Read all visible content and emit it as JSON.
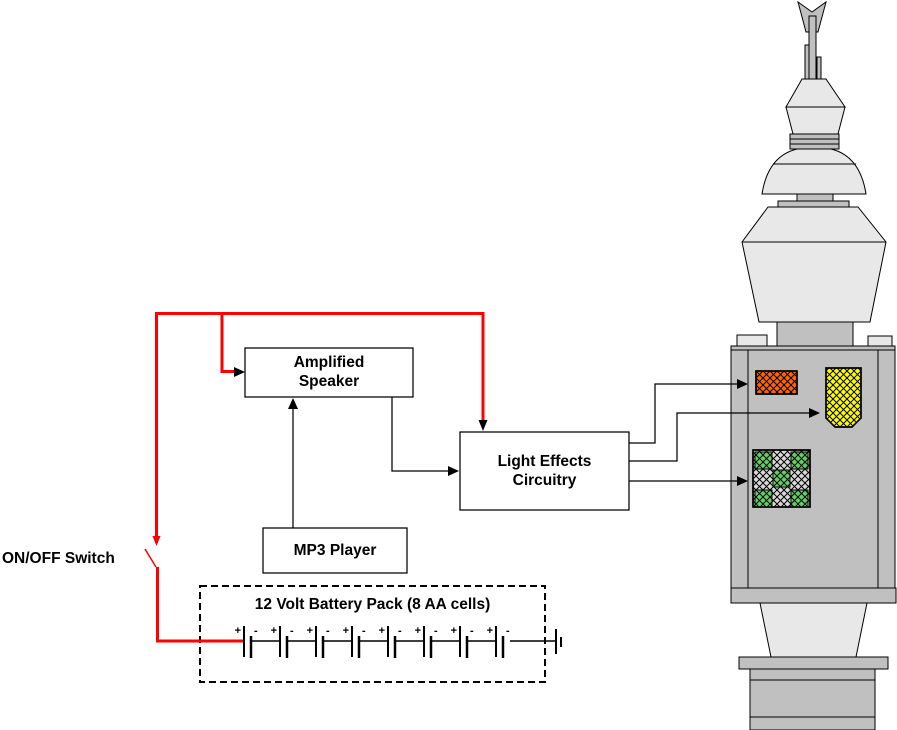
{
  "diagram": {
    "switch": {
      "label": "ON/OFF Switch"
    },
    "speaker": {
      "line1": "Amplified",
      "line2": "Speaker"
    },
    "mp3": {
      "label": "MP3 Player"
    },
    "light_fx": {
      "line1": "Light Effects",
      "line2": "Circuitry"
    },
    "battery": {
      "title": "12 Volt Battery Pack (8 AA cells)",
      "cell_count": 8,
      "plus_label": "+",
      "minus_label": "-"
    },
    "colors": {
      "power_wire": "#ff0000",
      "signal_wire": "#000000",
      "panel_orange": "#ff6600",
      "panel_yellow": "#ffff00",
      "panel_green": "#5fd35f",
      "panel_green_bg": "#d9d9d9",
      "tower_body": "#c0c0c0",
      "tower_light": "#e8e8e8"
    }
  }
}
